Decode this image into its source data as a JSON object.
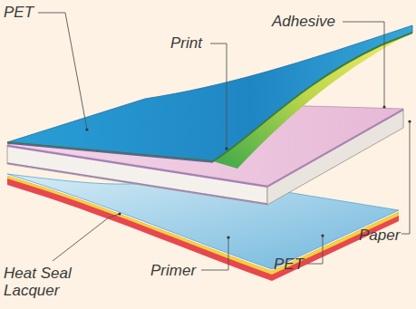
{
  "diagram": {
    "labels": [
      "PET",
      "Print",
      "Adhesive",
      "Paper",
      "Heat Seal Lacquer",
      "Primer",
      "PET"
    ]
  }
}
